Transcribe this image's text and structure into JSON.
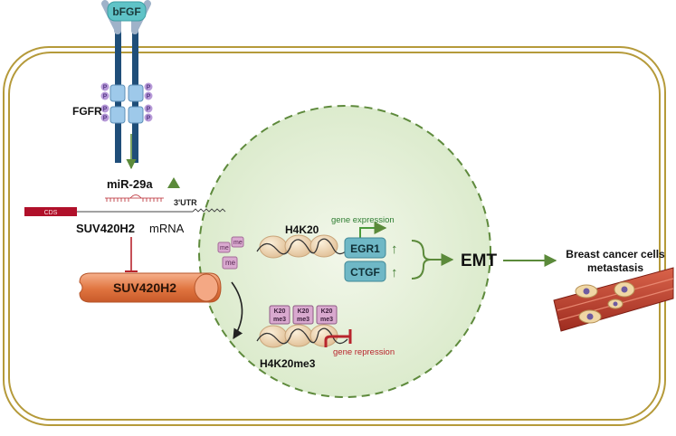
{
  "labels": {
    "ligand": "bFGF",
    "receptor": "FGFR",
    "phospho": "P",
    "mirna": "miR-29a",
    "cds": "CDS",
    "utr": "3'UTR",
    "mrna_gene": "SUV420H2",
    "mrna_word": "mRNA",
    "enzyme": "SUV420H2",
    "me_tag": "me",
    "h4k20": "H4K20",
    "h4k20me3": "H4K20me3",
    "k20": "K20",
    "me3": "me3",
    "gene_expression": "gene expression",
    "gene_repression": "gene repression",
    "egr1": "EGR1",
    "ctgf": "CTGF",
    "up_arrow": "↑",
    "emt": "EMT",
    "outcome_line1": "Breast cancer cells",
    "outcome_line2": "metastasis"
  },
  "colors": {
    "membrane": "#b59a3a",
    "nucleus_fill": "#e8f1de",
    "nucleus_border": "#5e8a3c",
    "green_arrow": "#5b8a3a",
    "inhibit_red": "#b8252d",
    "receptor_blue": "#1f4e79",
    "ligand_teal": "#5fc3c7",
    "gene_box": "#6fb8c6",
    "enzyme_orange": "#e8875a",
    "methyl_pink": "#d9a9cf",
    "phospho_purple": "#b79ad8",
    "vessel_red": "#b23a2c"
  }
}
